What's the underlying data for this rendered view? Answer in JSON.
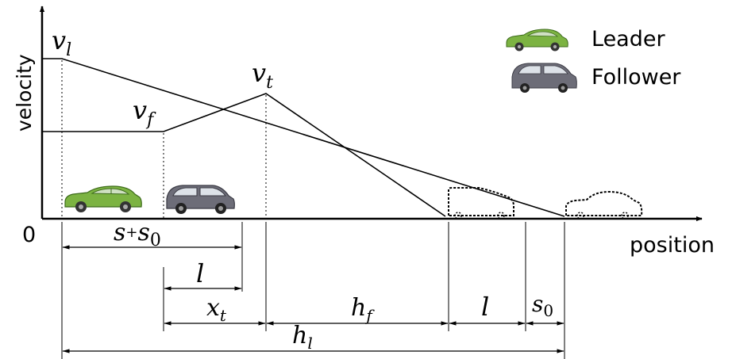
{
  "axes": {
    "y_label": "velocity",
    "x_label": "position",
    "origin_label": "0"
  },
  "legend": {
    "leader": "Leader",
    "follower": "Follower"
  },
  "velocity_labels": {
    "leader": {
      "base": "v",
      "sub": "l"
    },
    "follower": {
      "base": "v",
      "sub": "f"
    },
    "target": {
      "base": "v",
      "sub": "t"
    }
  },
  "dimensions": {
    "s_plus_s0": {
      "a": "s",
      "plus": "+",
      "b": "s",
      "sub": "0"
    },
    "l_top": "l",
    "x_t": {
      "base": "x",
      "sub": "t"
    },
    "h_f": {
      "base": "h",
      "sub": "f"
    },
    "l_mid": "l",
    "s0": {
      "base": "s",
      "sub": "0"
    },
    "h_l": {
      "base": "h",
      "sub": "l"
    }
  },
  "colors": {
    "line": "#000000",
    "leader_car": "#7cb342",
    "follower_car": "#6d6d78"
  }
}
